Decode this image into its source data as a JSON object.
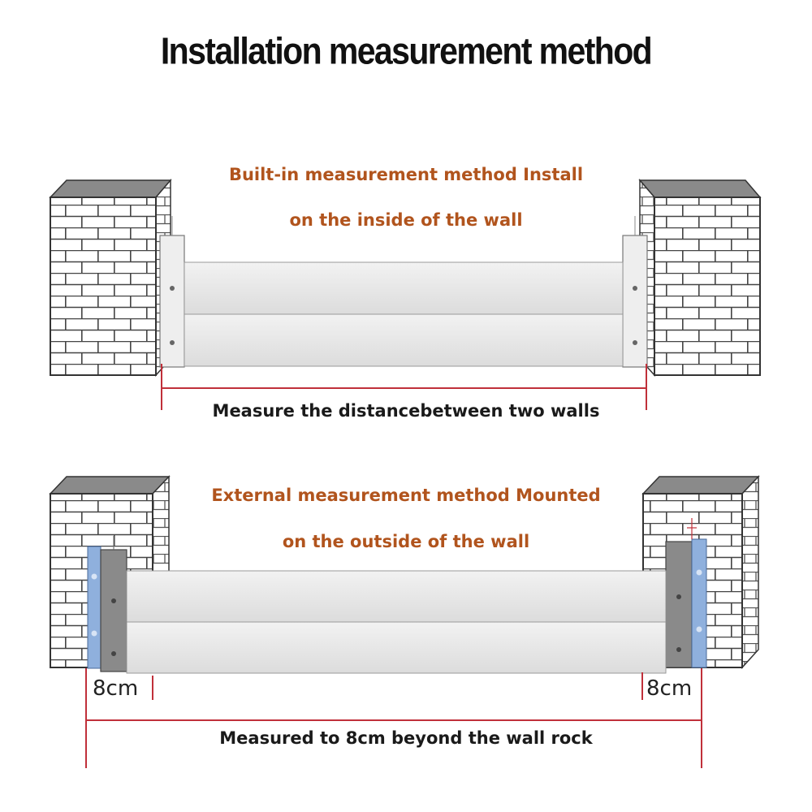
{
  "title": "Installation measurement method",
  "builtin": {
    "caption_line1": "Built-in measurement method Install",
    "caption_line2": "on the inside of the wall",
    "measure_label": "Measure the distancebetween two walls"
  },
  "external": {
    "caption_line1": "External measurement method Mounted",
    "caption_line2": "on the outside of the wall",
    "left_offset_label": "8cm",
    "right_offset_label": "8cm",
    "measure_label": "Measured to 8cm beyond the wall rock"
  },
  "colors": {
    "caption": "#b1541d",
    "dimension_line": "#c0303a",
    "mount_rail": "#8fb0dd",
    "brick_face": "#ffffff",
    "brick_line": "#444444",
    "wall_top": "#8c8c8c",
    "panel": "#e6e6e6"
  }
}
